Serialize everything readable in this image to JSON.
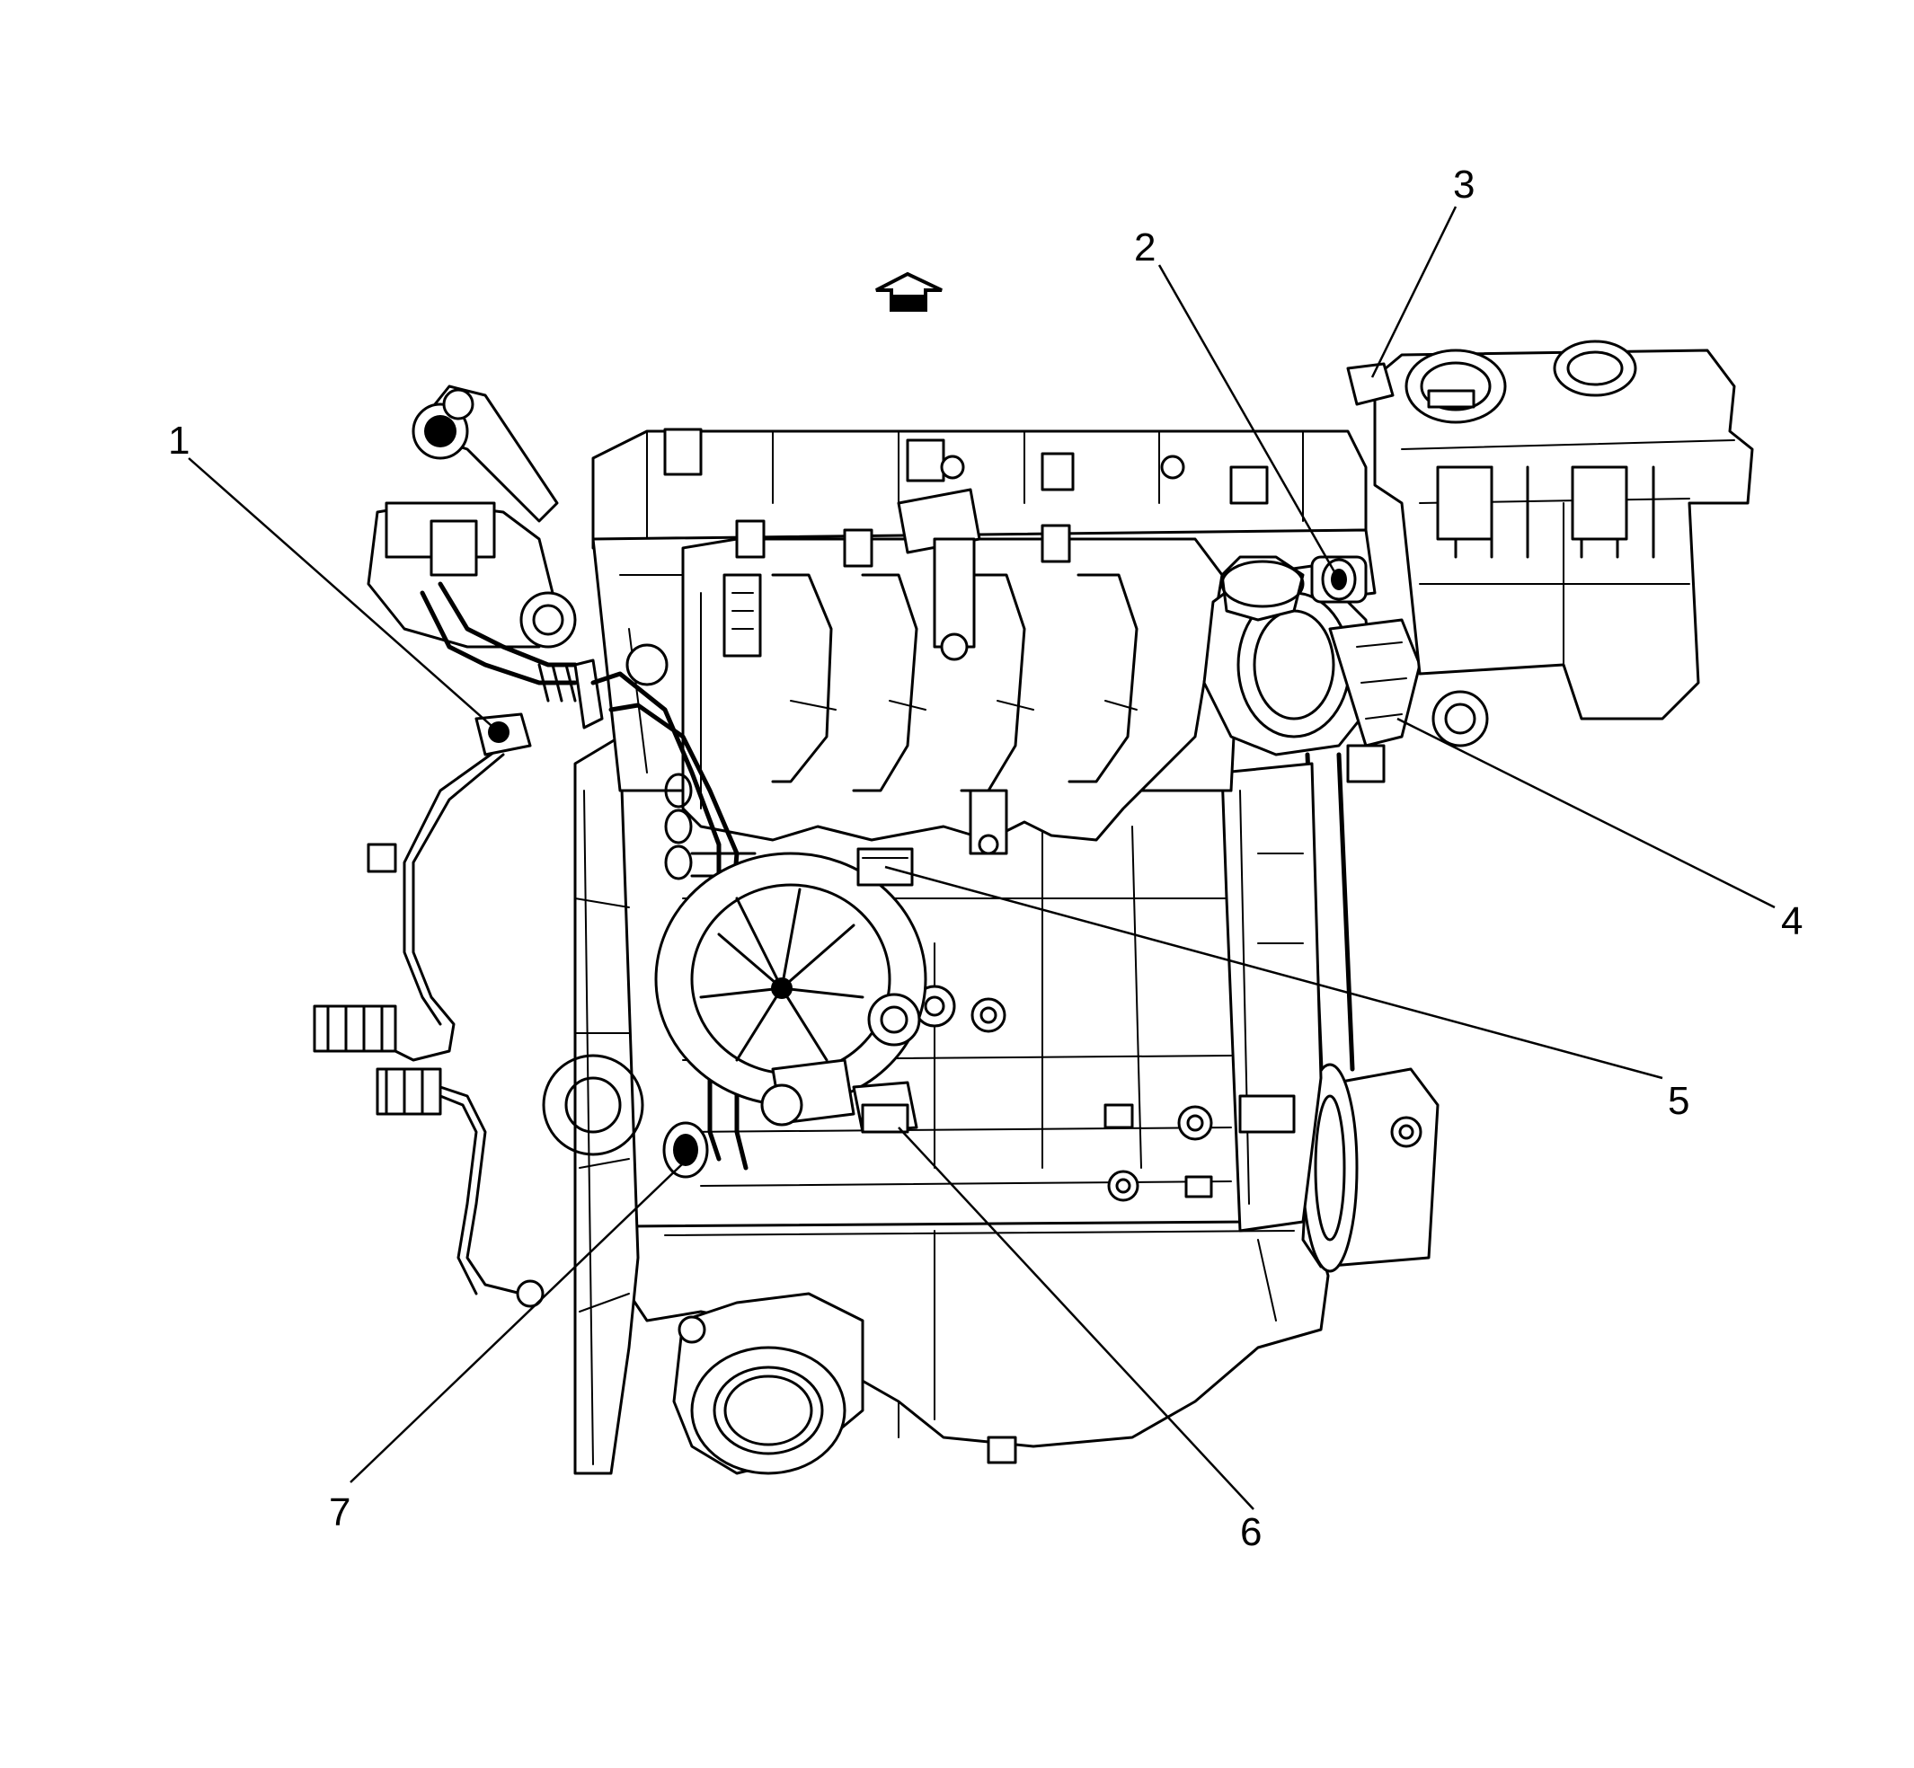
{
  "diagram": {
    "callouts": [
      "1",
      "2",
      "3",
      "4",
      "5",
      "6",
      "7"
    ],
    "orientation_arrow": "up-arrow-icon"
  }
}
